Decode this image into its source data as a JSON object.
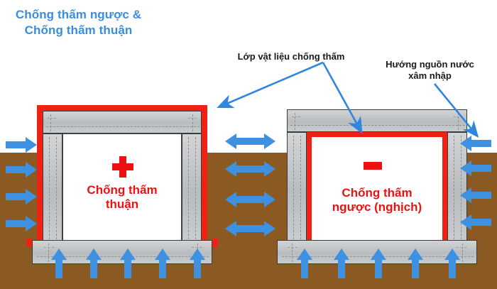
{
  "title": "Chống thấm\nngược & Chống\nthấm thuận",
  "callouts": {
    "material": "Lớp vật liệu chống thấm",
    "water": "Hướng nguồn nước\nxâm nhập"
  },
  "colors": {
    "title_blue": "#3A8DDE",
    "arrow_blue": "#3E91E0",
    "waterproof_red": "#EE2114",
    "text_red": "#EE1111",
    "soil_brown": "#8B5A22",
    "concrete_gray": "#c3c6c8",
    "callout_text": "#1a1a1a"
  },
  "structures": [
    {
      "id": "left",
      "name": "positive-side-waterproofing",
      "sign": "+",
      "sign_type": "plus",
      "label": "Chống thấm\nthuận",
      "waterproof_side": "exterior",
      "water_arrows": {
        "left_inward": 4,
        "bottom_upward": 5
      }
    },
    {
      "id": "right",
      "name": "negative-side-waterproofing",
      "sign": "-",
      "sign_type": "minus",
      "label": "Chống thấm\nngược (nghịch)",
      "waterproof_side": "interior",
      "water_arrows": {
        "right_inward": 4,
        "bottom_upward": 5
      }
    }
  ],
  "arrow_groups": {
    "far_left_inward": 4,
    "middle_bidirectional": 4,
    "far_right_inward": 4,
    "left_bottom_up": 5,
    "right_bottom_up": 5
  }
}
